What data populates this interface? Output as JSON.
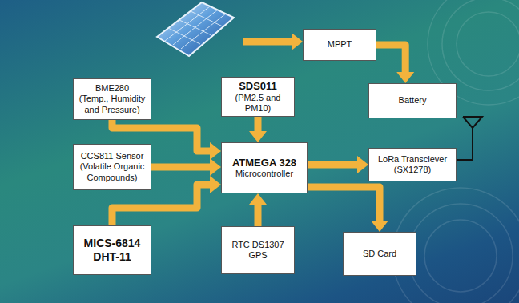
{
  "diagram": {
    "nodes": [
      {
        "text": [
          "MPPT"
        ]
      },
      {
        "text": [
          "Battery"
        ]
      },
      {
        "text": [
          "BME280",
          "(Temp., Humidity and Pressure)"
        ]
      },
      {
        "text": [
          "SDS011",
          "(PM2.5 and PM10)"
        ]
      },
      {
        "text": [
          "CCS811 Sensor",
          "(Volatile Organic Compounds)"
        ]
      },
      {
        "text": [
          "ATMEGA 328",
          "Microcontroller"
        ]
      },
      {
        "text": [
          "LoRa Transciever (SX1278)"
        ]
      },
      {
        "text": [
          "MICS-6814",
          "DHT-11"
        ]
      },
      {
        "text": [
          "RTC DS1307",
          "GPS"
        ]
      },
      {
        "text": [
          "SD Card"
        ]
      }
    ],
    "edges": [
      {
        "from": 0,
        "to": 1,
        "arrow": "to"
      },
      {
        "from": 2,
        "to": 5,
        "arrow": "to"
      },
      {
        "from": 3,
        "to": 5,
        "arrow": "to"
      },
      {
        "from": 4,
        "to": 5,
        "arrow": "to"
      },
      {
        "from": 7,
        "to": 5,
        "arrow": "to"
      },
      {
        "from": 8,
        "to": 5,
        "arrow": "to"
      },
      {
        "from": 5,
        "to": 6,
        "arrow": "to"
      },
      {
        "from": 5,
        "to": 9,
        "arrow": "to"
      }
    ]
  }
}
